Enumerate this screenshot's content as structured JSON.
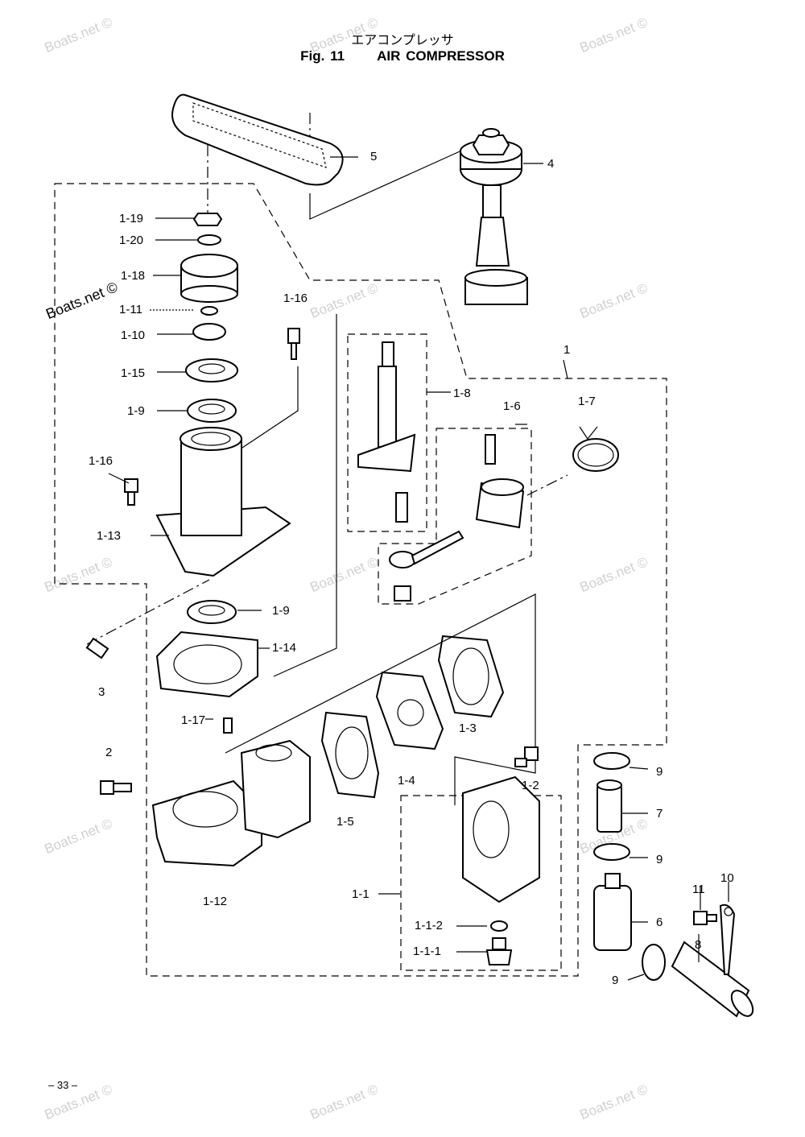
{
  "header": {
    "title_jp": "エアコンプレッサ",
    "fig_number": "Fig. 11",
    "fig_title": "AIR COMPRESSOR"
  },
  "watermark": "Boats.net ©",
  "watermark_prominent": "Boats.net ©",
  "page_number": "– 33 –",
  "labels": {
    "p5": "5",
    "p4": "4",
    "p1_19": "1-19",
    "p1_20": "1-20",
    "p1_18": "1-18",
    "p1_11": "1-11",
    "p1_10": "1-10",
    "p1_15": "1-15",
    "p1_9a": "1-9",
    "p1_16a": "1-16",
    "p1_16b": "1-16",
    "p1_13": "1-13",
    "p1_8": "1-8",
    "p1": "1",
    "p1_6": "1-6",
    "p1_7": "1-7",
    "p1_9b": "1-9",
    "p1_14": "1-14",
    "p3": "3",
    "p1_17": "1-17",
    "p1_3": "1-3",
    "p2": "2",
    "p1_4": "1-4",
    "p1_5": "1-5",
    "p1_2": "1-2",
    "p9a": "9",
    "p7": "7",
    "p9b": "9",
    "p1_12": "1-12",
    "p1_1": "1-1",
    "p11": "11",
    "p10": "10",
    "p6": "6",
    "p1_1_2": "1-1-2",
    "p8": "8",
    "p1_1_1": "1-1-1",
    "p9c": "9"
  }
}
